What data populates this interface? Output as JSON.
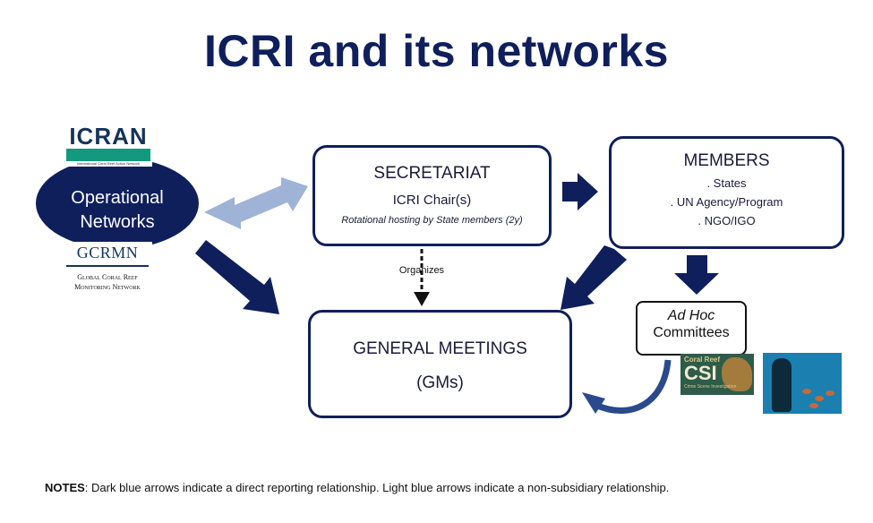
{
  "title": "ICRI and its networks",
  "operational": {
    "line1": "Operational",
    "line2": "Networks"
  },
  "icran_logo": {
    "word": "ICRAN",
    "tagline": "International Coral Reef Action Network"
  },
  "gcrmn_logo": {
    "word": "GCRMN",
    "line1": "Global Coral Reef",
    "line2": "Monitoring Network"
  },
  "secretariat": {
    "title": "SECRETARIAT",
    "chair": "ICRI Chair(s)",
    "hosting": "Rotational hosting by State members (2y)"
  },
  "members": {
    "title": "MEMBERS",
    "items": [
      ". States",
      ". UN Agency/Program",
      ". NGO/IGO"
    ]
  },
  "organizes_label": "Organizes",
  "general_meetings": {
    "line1": "GENERAL MEETINGS",
    "line2": "(GMs)"
  },
  "adhoc": {
    "line1": "Ad Hoc",
    "line2": "Committees"
  },
  "csi_logo": {
    "top": "Coral Reef",
    "word": "CSI",
    "sub": "Crime Scene Investigation"
  },
  "colors": {
    "dark_blue": "#0f1f5c",
    "light_blue": "#9fb3d6"
  },
  "notes": {
    "label": "NOTES",
    "text": ":  Dark blue arrows indicate a direct reporting relationship.  Light blue arrows indicate a non-subsidiary relationship."
  }
}
